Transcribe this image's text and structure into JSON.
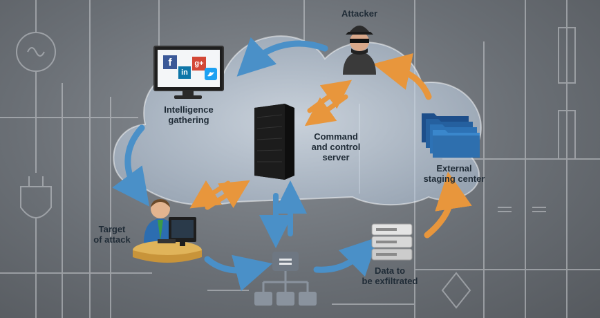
{
  "labels": {
    "attacker": "Attacker",
    "intel_line1": "Intelligence",
    "intel_line2": "gathering",
    "cc_line1": "Command",
    "cc_line2": "and control",
    "cc_line3": "server",
    "staging_line1": "External",
    "staging_line2": "staging center",
    "target_line1": "Target",
    "target_line2": "of attack",
    "data_line1": "Data to",
    "data_line2": "be exfiltrated"
  },
  "icons": {
    "social": [
      "facebook-icon",
      "linkedin-icon",
      "google-plus-icon",
      "twitter-icon"
    ],
    "social_text": {
      "facebook": "f",
      "linkedin": "in",
      "google": "g+"
    }
  },
  "colors": {
    "arrow_blue": "#4a90c8",
    "arrow_orange": "#e8963c",
    "cloud": "#c8d9ea",
    "label": "#1f2b36"
  }
}
